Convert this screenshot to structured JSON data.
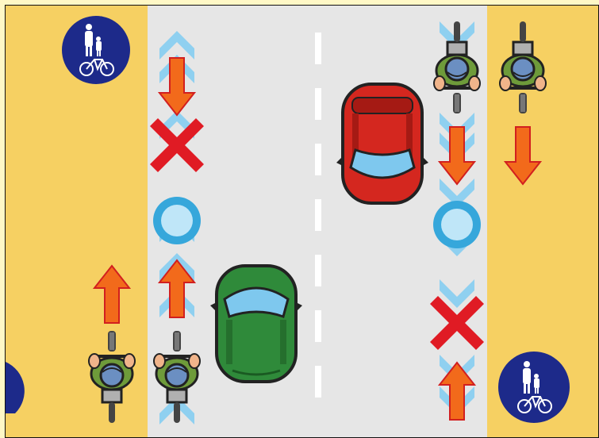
{
  "colors": {
    "border_bg": "#fff8c6",
    "sidewalk": "#f6d062",
    "road": "#e6e6e6",
    "lane_marking": "#ffffff",
    "arrow_orange": "#f26a1b",
    "arrow_red_outline": "#d21f1f",
    "chevron_blue": "#8fd0f0",
    "ok_circle": "#36a7db",
    "ng_cross": "#e01b24",
    "sign_blue": "#1d2a8a",
    "car_red": "#d4271f",
    "car_green": "#2f8a3a",
    "windshield": "#7ec8ee"
  },
  "signs": [
    {
      "name": "pedestrian-bicycle-sign-top-left",
      "icon": "pedestrian-bicycle-icon"
    },
    {
      "name": "pedestrian-bicycle-sign-bottom-right",
      "icon": "pedestrian-bicycle-icon"
    }
  ],
  "markers": [
    {
      "name": "ok-circle-left",
      "meaning": "ok"
    },
    {
      "name": "ok-circle-right",
      "meaning": "ok"
    },
    {
      "name": "ng-cross-left",
      "meaning": "ng"
    },
    {
      "name": "ng-cross-right",
      "meaning": "ng"
    }
  ]
}
